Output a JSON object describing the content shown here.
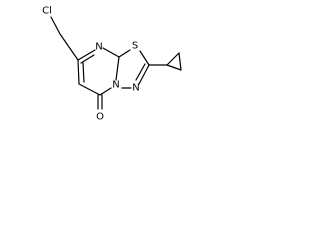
{
  "molecule": {
    "atoms": {
      "chlorine": "Cl",
      "ring_nitrogen_top": "N",
      "sulfur": "S",
      "ring_nitrogen_bridge": "N",
      "ring_nitrogen_right": "N",
      "carbonyl_oxygen": "O"
    }
  },
  "colors": {
    "bond": "#000000",
    "label": "#000000",
    "background": "#ffffff"
  }
}
